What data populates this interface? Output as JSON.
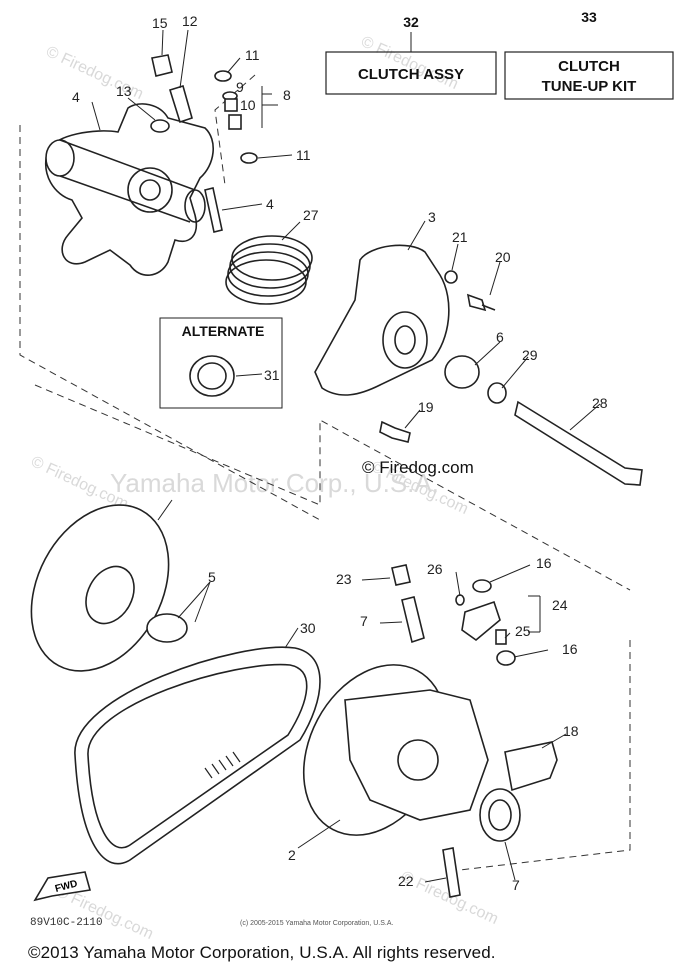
{
  "kits": [
    {
      "number": "32",
      "label": "CLUTCH ASSY"
    },
    {
      "number": "33",
      "label_lines": [
        "CLUTCH",
        "TUNE-UP KIT"
      ]
    }
  ],
  "alternate_label": "ALTERNATE",
  "callouts": [
    "15",
    "12",
    "11",
    "4",
    "13",
    "9",
    "10",
    "8",
    "11",
    "4",
    "27",
    "3",
    "21",
    "20",
    "6",
    "29",
    "31",
    "19",
    "28",
    "5",
    "23",
    "26",
    "16",
    "7",
    "24",
    "25",
    "16",
    "30",
    "18",
    "2",
    "22",
    "7"
  ],
  "watermarks": {
    "main": "Yamaha Motor Corp., U.S.A.",
    "site": "© Firedog.com",
    "tile": "© Firedog.com"
  },
  "diagram_code": "89V10C-2110",
  "small_copyright": "(c) 2005-2015 Yamaha Motor Corporation, U.S.A.",
  "fwd_label": "FWD",
  "footer": "©2013 Yamaha Motor Corporation, U.S.A. All rights reserved."
}
